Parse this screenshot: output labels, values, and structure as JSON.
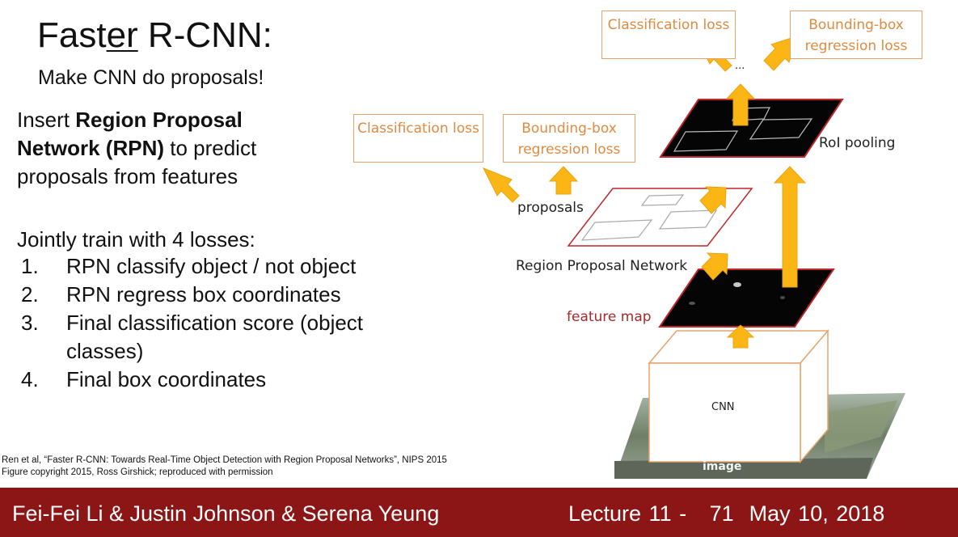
{
  "slide": {
    "title_pre": "Fast",
    "title_underlined": "er",
    "title_post": " R-CNN:",
    "subtitle": "Make CNN do proposals!",
    "insert_pre": "Insert ",
    "insert_bold": "Region Proposal Network (RPN)",
    "insert_post": " to predict proposals from features",
    "jointly": "Jointly train with 4 losses:",
    "losses": [
      {
        "num": "1.",
        "text": "RPN classify object / not object"
      },
      {
        "num": "2.",
        "text": "RPN regress box coordinates"
      },
      {
        "num": "3.",
        "text": "Final classification score (object classes)"
      },
      {
        "num": "4.",
        "text": "Final box coordinates"
      }
    ],
    "citation_line1": "Ren et al, “Faster R-CNN: Towards Real-Time Object Detection with Region Proposal Networks”, NIPS 2015",
    "citation_line2": "Figure copyright 2015, Ross Girshick; reproduced with permission"
  },
  "diagram": {
    "top_class_loss": "Classification loss",
    "top_bbox_loss": "Bounding-box regression loss",
    "mid_class_loss": "Classification loss",
    "mid_bbox_loss": "Bounding-box regression loss",
    "ellipsis": "...",
    "roi_pooling": "RoI pooling",
    "proposals": "proposals",
    "rpn": "Region Proposal Network",
    "feature_map": "feature map",
    "cnn": "CNN",
    "image": "image",
    "colors": {
      "arrow": "#fbb616",
      "loss_border": "#e8a36b",
      "loss_text": "#e08a40",
      "map_border": "#c0262c",
      "footer": "#8c1515"
    }
  },
  "footer": {
    "authors": "Fei-Fei Li & Justin Johnson & Serena Yeung",
    "lecture": "Lecture 11 -",
    "page": "71",
    "date": "May 10, 2018"
  }
}
